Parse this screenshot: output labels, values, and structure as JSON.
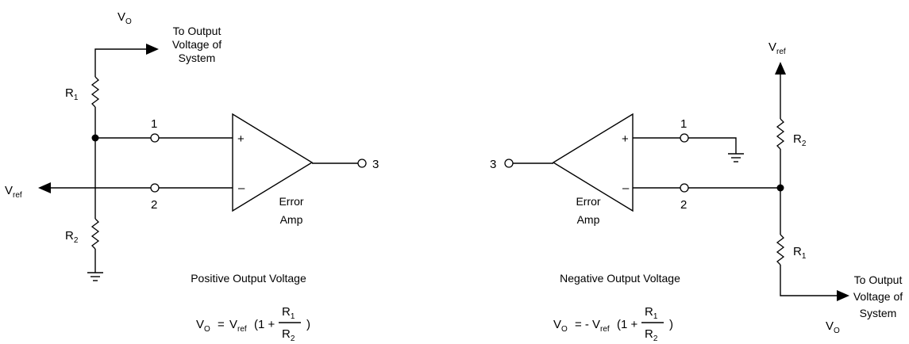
{
  "left_circuit": {
    "vo_main": "V",
    "vo_sub": "O",
    "output_note": [
      "To Output",
      "Voltage of",
      "System"
    ],
    "r1_main": "R",
    "r1_sub": "1",
    "r2_main": "R",
    "r2_sub": "2",
    "vref_main": "V",
    "vref_sub": "ref",
    "pin1": "1",
    "pin2": "2",
    "pin3": "3",
    "plus": "+",
    "minus": "–",
    "amp_label": [
      "Error",
      "Amp"
    ],
    "caption": "Positive Output Voltage",
    "formula": {
      "lhs_main": "V",
      "lhs_sub": "O",
      "eq": "=",
      "vref_main": "V",
      "vref_sub": "ref",
      "open": "(1 +",
      "num_main": "R",
      "num_sub": "1",
      "den_main": "R",
      "den_sub": "2",
      "close": ")"
    }
  },
  "right_circuit": {
    "vref_main": "V",
    "vref_sub": "ref",
    "r2_main": "R",
    "r2_sub": "2",
    "r1_main": "R",
    "r1_sub": "1",
    "vo_main": "V",
    "vo_sub": "O",
    "output_note": [
      "To Output",
      "Voltage of",
      "System"
    ],
    "pin1": "1",
    "pin2": "2",
    "pin3": "3",
    "plus": "+",
    "minus": "–",
    "amp_label": [
      "Error",
      "Amp"
    ],
    "caption": "Negative Output Voltage",
    "formula": {
      "lhs_main": "V",
      "lhs_sub": "O",
      "eq": "= -",
      "vref_main": "V",
      "vref_sub": "ref",
      "open": "(1 +",
      "num_main": "R",
      "num_sub": "1",
      "den_main": "R",
      "den_sub": "2",
      "close": ")"
    }
  }
}
